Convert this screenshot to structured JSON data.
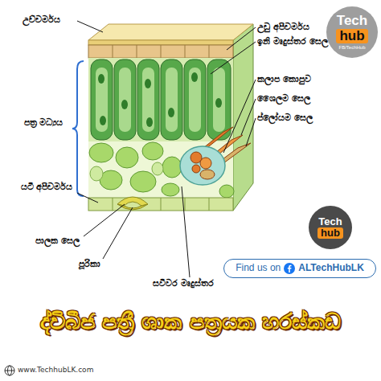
{
  "diagram": {
    "title": "ද්විබීජ පත්‍රී ශාක පත්‍රයක හරස්කඩ",
    "nodes": [
      {
        "text": [
          "Tech",
          "hub",
          "FB/TechHub"
        ]
      },
      {
        "text": [
          "Tech",
          "hub"
        ]
      },
      {
        "text": [
          "Find us on",
          "ALTechHubLK"
        ]
      }
    ],
    "labels": [
      "උච්චර්මය",
      "උඩු අපිචර්මය",
      "ඉනි මෘදුස්තර සෙල",
      "පත්‍ර මධ්‍යය",
      "කලාප කොපුව",
      "ශෛලම සෙල",
      "ප්ලෝයම සෙල",
      "යටි අපිචර්මය",
      "පාලක සෙල",
      "පූරිකා",
      "සවිවර මෘදුස්තර",
      "www.TechhubLK.com"
    ]
  }
}
